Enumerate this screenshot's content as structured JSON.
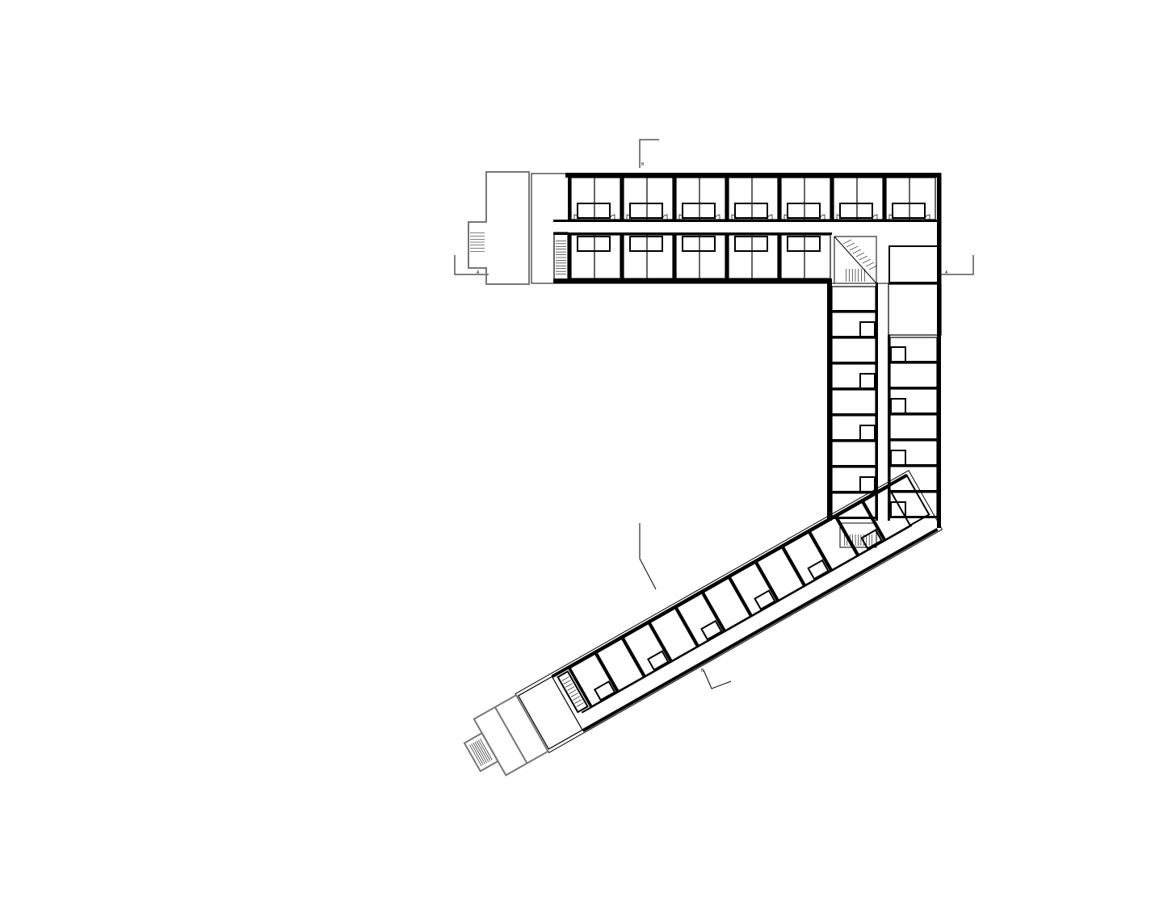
{
  "plan": {
    "section_markers": [
      "A",
      "B",
      "A",
      "B"
    ],
    "line_color": "#000000",
    "annex_line_color": "#777777"
  }
}
